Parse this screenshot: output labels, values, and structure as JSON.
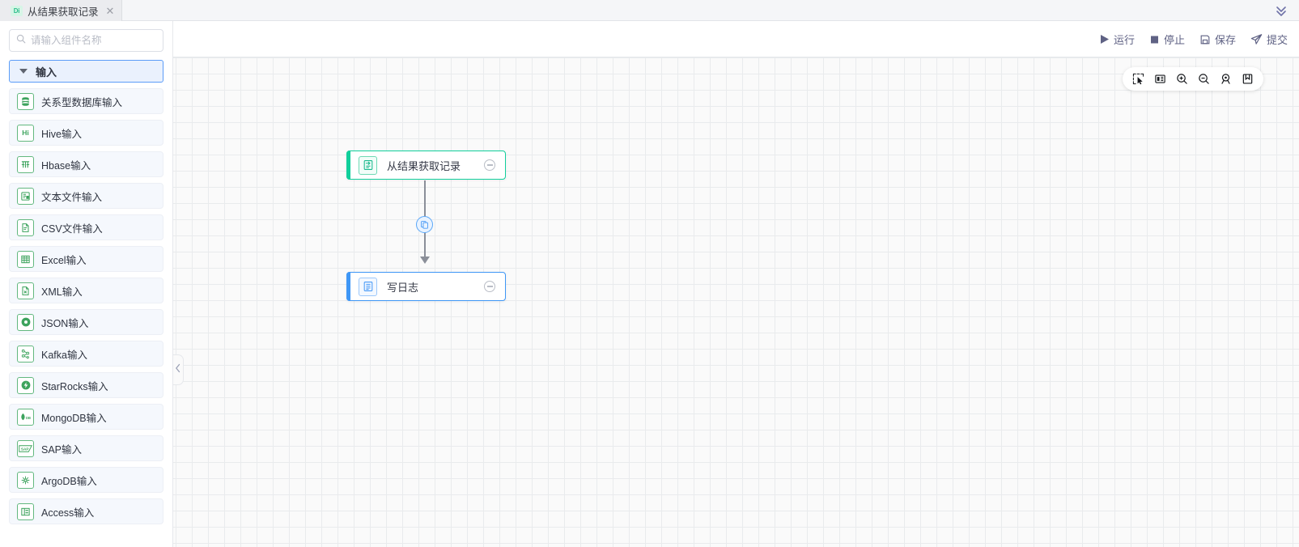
{
  "tab": {
    "badge": "Di",
    "title": "从结果获取记录",
    "close_icon": "close-icon",
    "collapse_icon": "double-chevron-down-icon"
  },
  "toolbar": {
    "actions": [
      {
        "key": "run",
        "label": "运行",
        "icon": "play-icon"
      },
      {
        "key": "stop",
        "label": "停止",
        "icon": "stop-square-icon"
      },
      {
        "key": "save",
        "label": "保存",
        "icon": "save-floppy-icon"
      },
      {
        "key": "submit",
        "label": "提交",
        "icon": "paper-plane-icon"
      }
    ]
  },
  "sidebar": {
    "search": {
      "placeholder": "请输入组件名称",
      "value": "",
      "icon": "search-icon"
    },
    "group": {
      "label": "输入",
      "expanded": true,
      "caret_icon": "caret-down-icon"
    },
    "items": [
      {
        "label": "关系型数据库输入",
        "icon": "database-icon",
        "abbr": ""
      },
      {
        "label": "Hive输入",
        "icon": "hive-icon",
        "abbr": "Hi"
      },
      {
        "label": "Hbase输入",
        "icon": "hbase-icon",
        "abbr": ""
      },
      {
        "label": "文本文件输入",
        "icon": "text-file-icon",
        "abbr": ""
      },
      {
        "label": "CSV文件输入",
        "icon": "csv-file-icon",
        "abbr": ""
      },
      {
        "label": "Excel输入",
        "icon": "excel-grid-icon",
        "abbr": ""
      },
      {
        "label": "XML输入",
        "icon": "xml-file-icon",
        "abbr": ""
      },
      {
        "label": "JSON输入",
        "icon": "json-circle-icon",
        "abbr": ""
      },
      {
        "label": "Kafka输入",
        "icon": "kafka-node-icon",
        "abbr": ""
      },
      {
        "label": "StarRocks输入",
        "icon": "starrocks-bolt-icon",
        "abbr": ""
      },
      {
        "label": "MongoDB输入",
        "icon": "mongodb-leaf-icon",
        "abbr": "DB"
      },
      {
        "label": "SAP输入",
        "icon": "sap-icon",
        "abbr": "SAP"
      },
      {
        "label": "ArgoDB输入",
        "icon": "argodb-icon",
        "abbr": ""
      },
      {
        "label": "Access输入",
        "icon": "access-icon",
        "abbr": ""
      }
    ]
  },
  "canvas": {
    "collapse_handle_icon": "chevron-left-icon",
    "tools": [
      {
        "key": "select",
        "icon": "marquee-select-icon"
      },
      {
        "key": "minimap",
        "icon": "minimap-panel-icon"
      },
      {
        "key": "zoom-in",
        "icon": "zoom-in-icon"
      },
      {
        "key": "zoom-out",
        "icon": "zoom-out-icon"
      },
      {
        "key": "fit-view",
        "icon": "fit-view-icon"
      },
      {
        "key": "bookmark",
        "icon": "bookmark-icon"
      }
    ],
    "nodes": [
      {
        "id": "n1",
        "label": "从结果获取记录",
        "accent": "#11cf9b",
        "icon": "get-records-icon",
        "status_icon": "minus-circle-icon"
      },
      {
        "id": "n2",
        "label": "写日志",
        "accent": "#3f97f6",
        "icon": "write-log-icon",
        "status_icon": "minus-circle-icon"
      }
    ],
    "edge": {
      "from": "n1",
      "to": "n2",
      "badge_icon": "copy-rows-icon"
    }
  },
  "colors": {
    "accent_green": "#11cf9b",
    "accent_blue": "#3f97f6",
    "toolbar_text": "#5f6284",
    "canvas_bg": "#fafafa",
    "grid_line": "#e9ebed"
  }
}
